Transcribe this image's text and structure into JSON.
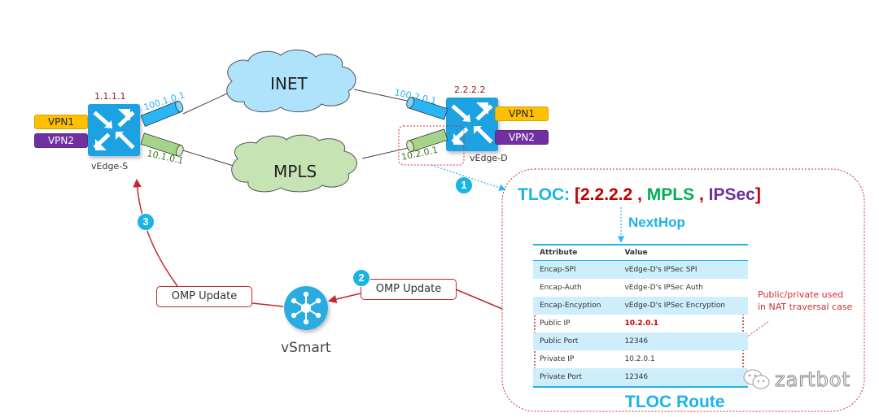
{
  "colors": {
    "router_blue": "#1ba1e2",
    "inet_cloud": "#aee3fb",
    "mpls_cloud": "#c5e3b3",
    "tunnel_blue": "#29b6f6",
    "tunnel_green": "#a6d38a",
    "vpn1": "#ffc000",
    "vpn2": "#7030a0",
    "red": "#c0282d",
    "tloc_blue": "#1ab4e8",
    "tloc_red": "#c00000",
    "tloc_green": "#00b050",
    "tloc_purple": "#7030a0",
    "step_badge": "#1ab4e8",
    "table_shade": "#cdeefa",
    "table_rule": "#21b3e3"
  },
  "routers": {
    "source": {
      "name": "vEdge-S",
      "system_ip": "1.1.1.1",
      "inet_ip": "100.1.0.1",
      "mpls_ip": "10.1.0.1",
      "vpns": [
        "VPN1",
        "VPN2"
      ]
    },
    "dest": {
      "name": "vEdge-D",
      "system_ip": "2.2.2.2",
      "inet_ip": "100.2.0.1",
      "mpls_ip": "10.2.0.1",
      "vpns": [
        "VPN1",
        "VPN2"
      ]
    }
  },
  "clouds": {
    "inet": "INET",
    "mpls": "MPLS"
  },
  "controller": {
    "name": "vSmart"
  },
  "steps": [
    "1",
    "2",
    "3"
  ],
  "omp_updates": [
    "OMP Update",
    "OMP Update"
  ],
  "tloc": {
    "prefix": "TLOC:",
    "open_bracket": "[",
    "system_ip": "2.2.2.2",
    "sep1": ",",
    "color": "MPLS",
    "sep2": ",",
    "encap": "IPSec",
    "close_bracket": "]",
    "nexthop_label": "NextHop",
    "route_label": "TLOC Route"
  },
  "table": {
    "headers": [
      "Attribute",
      "Value"
    ],
    "rows": [
      {
        "attribute": "Encap-SPI",
        "value": "vEdge-D's IPSec SPI"
      },
      {
        "attribute": "Encap-Auth",
        "value": "vEdge-D's IPSec Auth"
      },
      {
        "attribute": "Encap-Encyption",
        "value": "vEdge-D's IPSec Encryption"
      },
      {
        "attribute": "Public IP",
        "value": "10.2.0.1"
      },
      {
        "attribute": "Public Port",
        "value": "12346"
      },
      {
        "attribute": "Private IP",
        "value": "10.2.0.1"
      },
      {
        "attribute": "Private Port",
        "value": "12346"
      }
    ]
  },
  "annotation": {
    "line1": "Public/private used",
    "line2": "in NAT traversal case"
  },
  "watermark": {
    "text": "zartbot"
  }
}
